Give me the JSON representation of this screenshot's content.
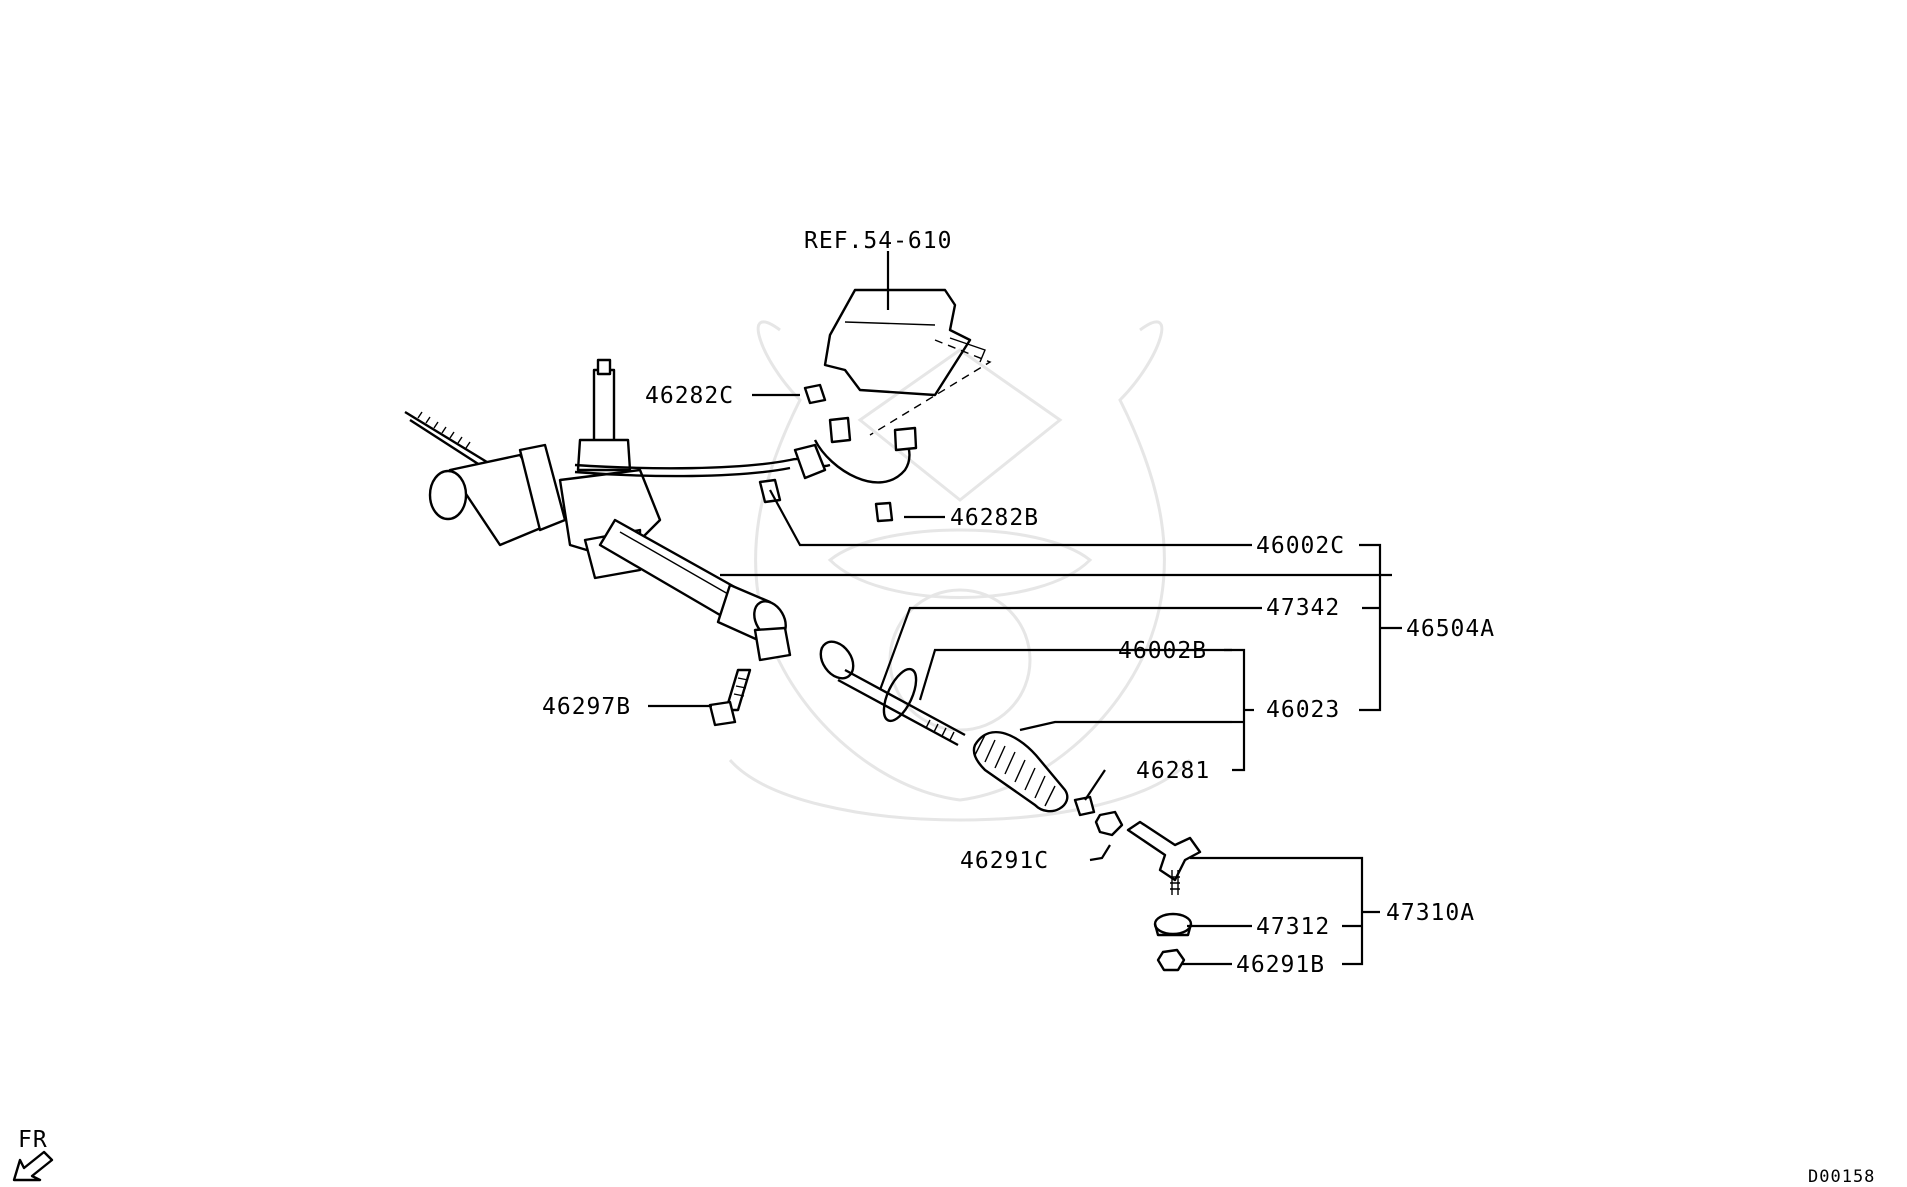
{
  "diagram_code": "D00158",
  "direction_label": "FR",
  "reference": "REF.54-610",
  "parts": {
    "p46282C": "46282C",
    "p46282B": "46282B",
    "p46002C": "46002C",
    "p47342": "47342",
    "p46504A": "46504A",
    "p46002B": "46002B",
    "p46023": "46023",
    "p46297B": "46297B",
    "p46281": "46281",
    "p46291C": "46291C",
    "p47310A": "47310A",
    "p47312": "47312",
    "p46291B": "46291B"
  }
}
